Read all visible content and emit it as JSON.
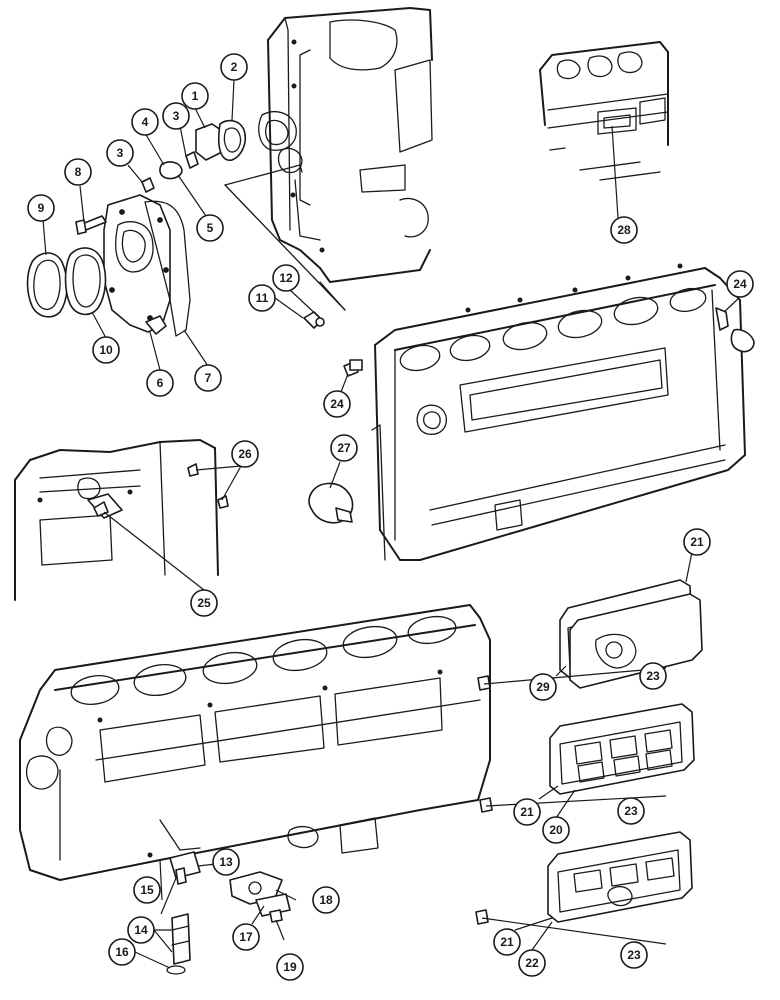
{
  "diagram": {
    "callouts": [
      {
        "id": "c1",
        "label": "1"
      },
      {
        "id": "c2",
        "label": "2"
      },
      {
        "id": "c3a",
        "label": "3"
      },
      {
        "id": "c3b",
        "label": "3"
      },
      {
        "id": "c4",
        "label": "4"
      },
      {
        "id": "c5",
        "label": "5"
      },
      {
        "id": "c6",
        "label": "6"
      },
      {
        "id": "c7",
        "label": "7"
      },
      {
        "id": "c8",
        "label": "8"
      },
      {
        "id": "c9",
        "label": "9"
      },
      {
        "id": "c10",
        "label": "10"
      },
      {
        "id": "c11",
        "label": "11"
      },
      {
        "id": "c12",
        "label": "12"
      },
      {
        "id": "c13",
        "label": "13"
      },
      {
        "id": "c14",
        "label": "14"
      },
      {
        "id": "c15",
        "label": "15"
      },
      {
        "id": "c16",
        "label": "16"
      },
      {
        "id": "c17",
        "label": "17"
      },
      {
        "id": "c18",
        "label": "18"
      },
      {
        "id": "c19",
        "label": "19"
      },
      {
        "id": "c20",
        "label": "20"
      },
      {
        "id": "c21a",
        "label": "21"
      },
      {
        "id": "c21b",
        "label": "21"
      },
      {
        "id": "c21c",
        "label": "21"
      },
      {
        "id": "c22",
        "label": "22"
      },
      {
        "id": "c23a",
        "label": "23"
      },
      {
        "id": "c23b",
        "label": "23"
      },
      {
        "id": "c23c",
        "label": "23"
      },
      {
        "id": "c24a",
        "label": "24"
      },
      {
        "id": "c24b",
        "label": "24"
      },
      {
        "id": "c25",
        "label": "25"
      },
      {
        "id": "c26",
        "label": "26"
      },
      {
        "id": "c27",
        "label": "27"
      },
      {
        "id": "c28",
        "label": "28"
      },
      {
        "id": "c29",
        "label": "29"
      }
    ]
  }
}
